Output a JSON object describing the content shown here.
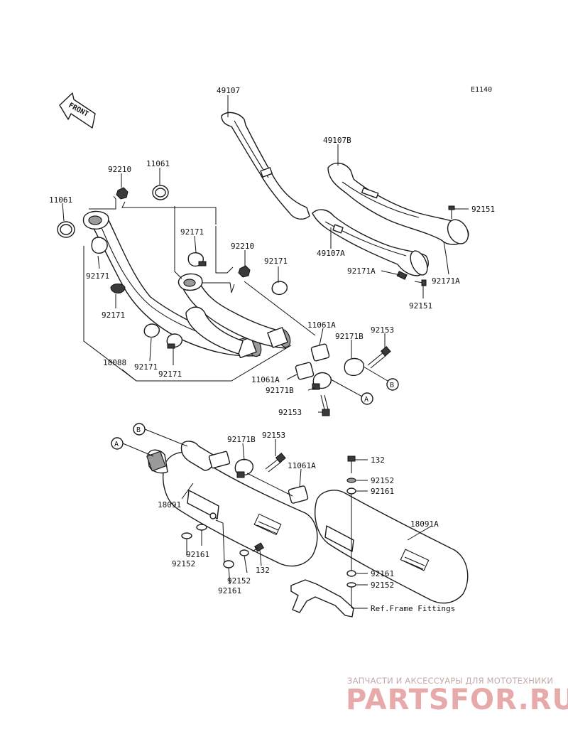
{
  "diagram_code": "E1140",
  "front_arrow_label": "FRONT",
  "labels": {
    "p49107": "49107",
    "p49107B": "49107B",
    "p49107A": "49107A",
    "p92151_top": "92151",
    "p92151_bottom": "92151",
    "p92171A_left": "92171A",
    "p92171A_right": "92171A",
    "p92210_left": "92210",
    "p92210_mid": "92210",
    "p11061_top": "11061",
    "p11061_left": "11061",
    "p92171_a": "92171",
    "p92171_b": "92171",
    "p92171_c": "92171",
    "p92171_d": "92171",
    "p92171_e": "92171",
    "p92171_f": "92171",
    "p11061A_right": "11061A",
    "p11061A_left": "11061A",
    "p11061A_lower": "11061A",
    "p92171B_right": "92171B",
    "p92171B_left": "92171B",
    "p92171B_lower": "92171B",
    "p92153_right": "92153",
    "p92153_left": "92153",
    "p92153_lower": "92153",
    "p18088": "18088",
    "p18091": "18091",
    "p18091A": "18091A",
    "p132_right": "132",
    "p132_left": "132",
    "p92152_right_top": "92152",
    "p92152_right_bottom": "92152",
    "p92152_left_a": "92152",
    "p92152_left_b": "92152",
    "p92161_right_top": "92161",
    "p92161_right_bottom": "92161",
    "p92161_left_a": "92161",
    "p92161_left_b": "92161",
    "ref_frame": "Ref.Frame Fittings"
  },
  "markers": {
    "A_top": "A",
    "B_top": "B",
    "A_bottom": "A",
    "B_bottom": "B"
  },
  "watermark": {
    "tagline": "ЗАПЧАСТИ И АКСЕССУАРЫ ДЛЯ МОТОТЕХНИКИ",
    "brand": "PARTSFOR.RU"
  }
}
